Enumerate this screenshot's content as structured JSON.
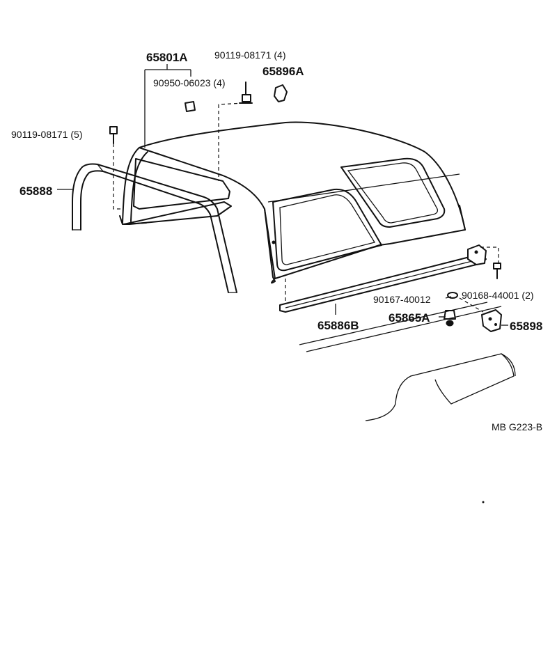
{
  "labels": {
    "p65801A": "65801A",
    "p90119_top": "90119-08171 (4)",
    "p65896A": "65896A",
    "p90950": "90950-06023 (4)",
    "p90119_left": "90119-08171 (5)",
    "p65888": "65888",
    "p90167": "90167-40012",
    "p90168": "90168-44001 (2)",
    "p65865A": "65865A",
    "p65898": "65898",
    "p65886B": "65886B",
    "ref_code": "MB G223-B"
  }
}
